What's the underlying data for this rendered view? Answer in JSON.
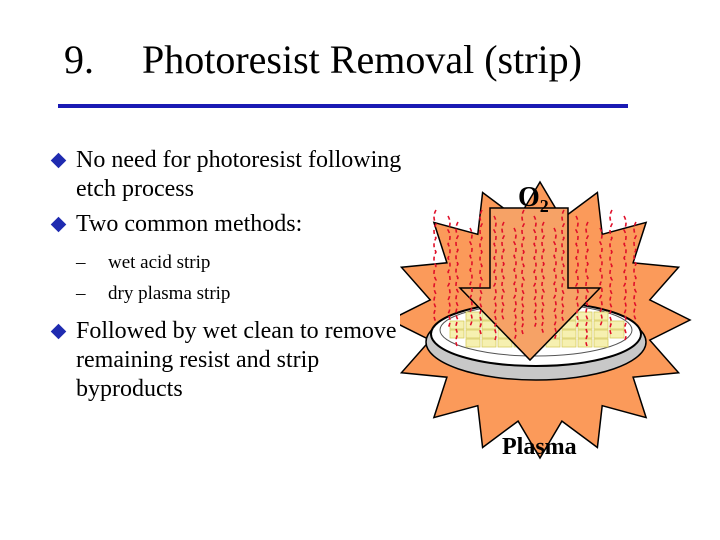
{
  "slide": {
    "number": "9.",
    "title": "Photoresist Removal (strip)",
    "accent_color": "#1a1ab4",
    "bullet_color": "#1f2bb0"
  },
  "bullets": [
    {
      "text": "No need for photoresist following etch process"
    },
    {
      "text": "Two common methods:"
    },
    {
      "sub": [
        {
          "dash": "–",
          "text": "wet acid strip"
        },
        {
          "dash": "–",
          "text": "dry plasma strip"
        }
      ]
    },
    {
      "text": "Followed by wet clean to remove remaining resist and strip byproducts"
    }
  ],
  "diagram": {
    "gas_label_main": "O",
    "gas_label_sub": "2",
    "plasma_label": "Plasma",
    "colors": {
      "burst": "#fb9a5a",
      "arrow": "#f6a266",
      "streaks": "#e0102a",
      "wafer_die": "#f6f0b0"
    }
  }
}
